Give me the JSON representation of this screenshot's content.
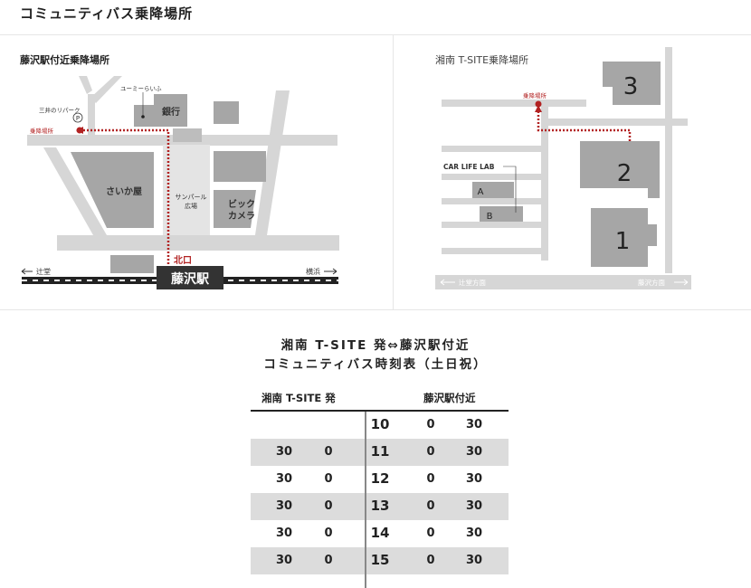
{
  "header": {
    "title": "コミュニティバス乗降場所"
  },
  "left_map": {
    "title": "藤沢駅付近乗降場所",
    "labels": {
      "umie": "ユーミーらいふ",
      "ginko": "銀行",
      "parking": "三井のリパーク",
      "parking_mark": "P",
      "stop": "乗降場所",
      "saikaya": "さいか屋",
      "sunpearl": "サンパール",
      "plaza": "広場",
      "bic_1": "ビック",
      "bic_2": "カメラ",
      "north_exit": "北口",
      "station": "藤沢駅",
      "west": "辻堂",
      "east": "横浜"
    }
  },
  "right_map": {
    "title": "湘南 T-SITE乗降場所",
    "labels": {
      "stop": "乗降場所",
      "carlife": "CAR LIFE LAB",
      "a": "A",
      "b": "B",
      "b1": "1",
      "b2": "2",
      "b3": "3",
      "west": "辻堂方面",
      "east": "藤沢方面"
    }
  },
  "timetable": {
    "title_line1": "湘南 T-SITE 発⇔藤沢駅付近",
    "title_line2": "コミュニティバス時刻表（土日祝）",
    "col_left": "湘南 T-SITE 発",
    "col_right": "藤沢駅付近",
    "rows": [
      {
        "hour": "10",
        "left_a": "",
        "left_b": "",
        "right_a": "0",
        "right_b": "30"
      },
      {
        "hour": "11",
        "left_a": "30",
        "left_b": "0",
        "right_a": "0",
        "right_b": "30"
      },
      {
        "hour": "12",
        "left_a": "30",
        "left_b": "0",
        "right_a": "0",
        "right_b": "30"
      },
      {
        "hour": "13",
        "left_a": "30",
        "left_b": "0",
        "right_a": "0",
        "right_b": "30"
      },
      {
        "hour": "14",
        "left_a": "30",
        "left_b": "0",
        "right_a": "0",
        "right_b": "30"
      },
      {
        "hour": "15",
        "left_a": "30",
        "left_b": "0",
        "right_a": "0",
        "right_b": "30"
      }
    ]
  },
  "colors": {
    "route": "#b22222",
    "block": "#9e9e9e",
    "road": "#d4d4d4"
  }
}
